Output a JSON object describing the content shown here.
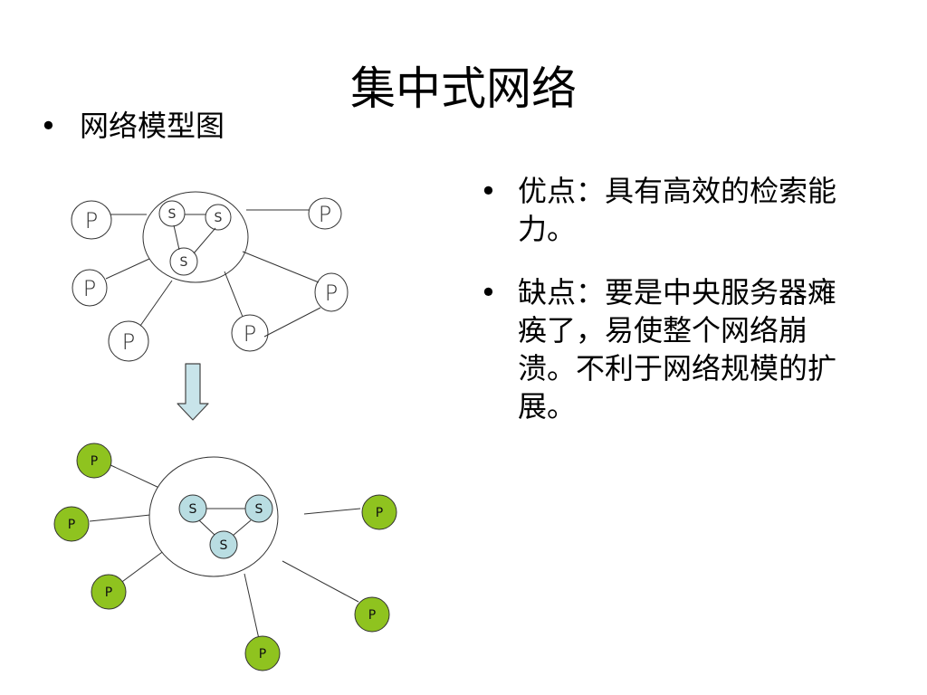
{
  "title": "集中式网络",
  "bullets": {
    "model": "网络模型图",
    "advantage": "优点：具有高效的检索能力。",
    "disadvantage": "缺点：要是中央服务器瘫痪了，易使整个网络崩溃。不利于网络规模的扩展。"
  },
  "bullet_symbol": "•",
  "diagram": {
    "sketch": {
      "server_label": "S",
      "peer_label": "P"
    },
    "clean": {
      "server_label": "S",
      "peer_label": "P",
      "server_color": "#b9dde2",
      "peer_color": "#8fc31f"
    },
    "arrow_color": "#c8e4ea"
  }
}
